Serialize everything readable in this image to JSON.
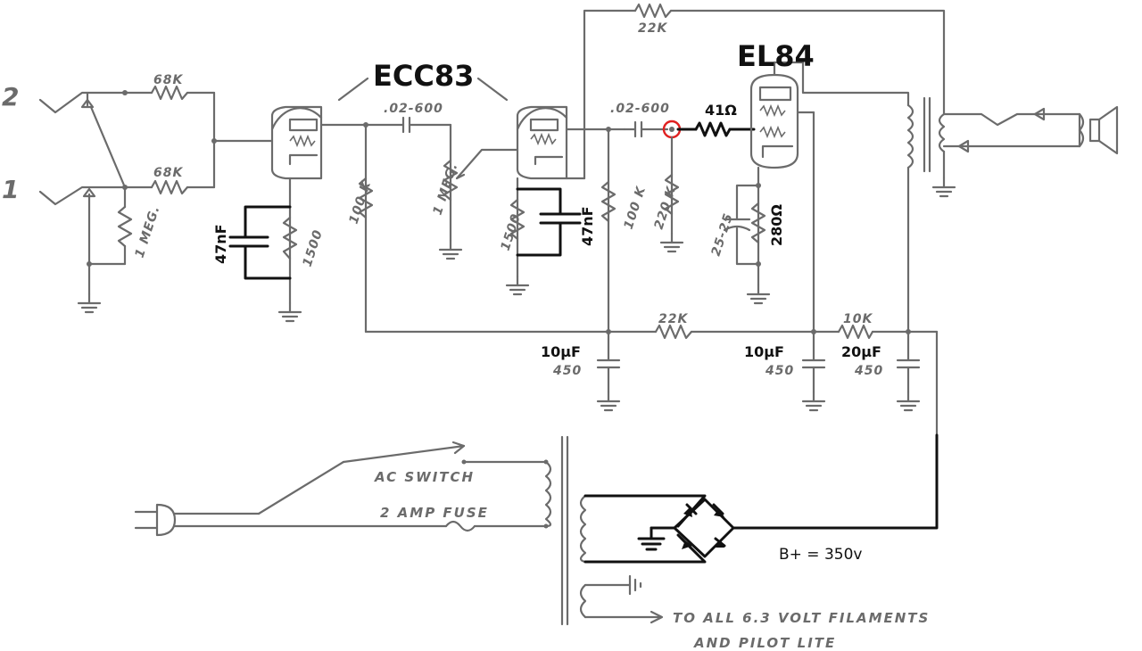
{
  "labels": {
    "tube1": "ECC83",
    "tube2": "EL84",
    "input2": "2",
    "input1": "1",
    "r_68k_top": "68K",
    "r_68k_bottom": "68K",
    "r_1meg_grid": "1 MEG.",
    "cap_47nf_1": "47nF",
    "r_1500_1": "1500",
    "r_100k_1": "100 K",
    "cap_coupling_1": ".02-600",
    "pot_1meg": "1 MEG.",
    "r_1500_2": "1500",
    "cap_47nf_2": "47nF",
    "r_100k_2": "100 K",
    "cap_coupling_2": ".02-600",
    "r_41": "41Ω",
    "r_220k": "220 K",
    "cap_25_25": "25-25",
    "r_280": "280Ω",
    "r_22k_feedback": "22K",
    "r_22k_supply": "22K",
    "r_10k": "10K",
    "cap_10uf_1": "10μF",
    "cap_10uf_1_v": "450",
    "cap_10uf_2": "10μF",
    "cap_10uf_2_v": "450",
    "cap_20uf": "20μF",
    "cap_20uf_v": "450",
    "ac_switch": "AC SWITCH",
    "fuse": "2 AMP FUSE",
    "bplus": "B+ = 350v",
    "filaments_1": "TO ALL 6.3 VOLT FILAMENTS",
    "filaments_2": "AND PILOT LITE"
  },
  "colors": {
    "wire": "#6b6b6b",
    "ink": "#111111",
    "highlight": "#e02020"
  }
}
